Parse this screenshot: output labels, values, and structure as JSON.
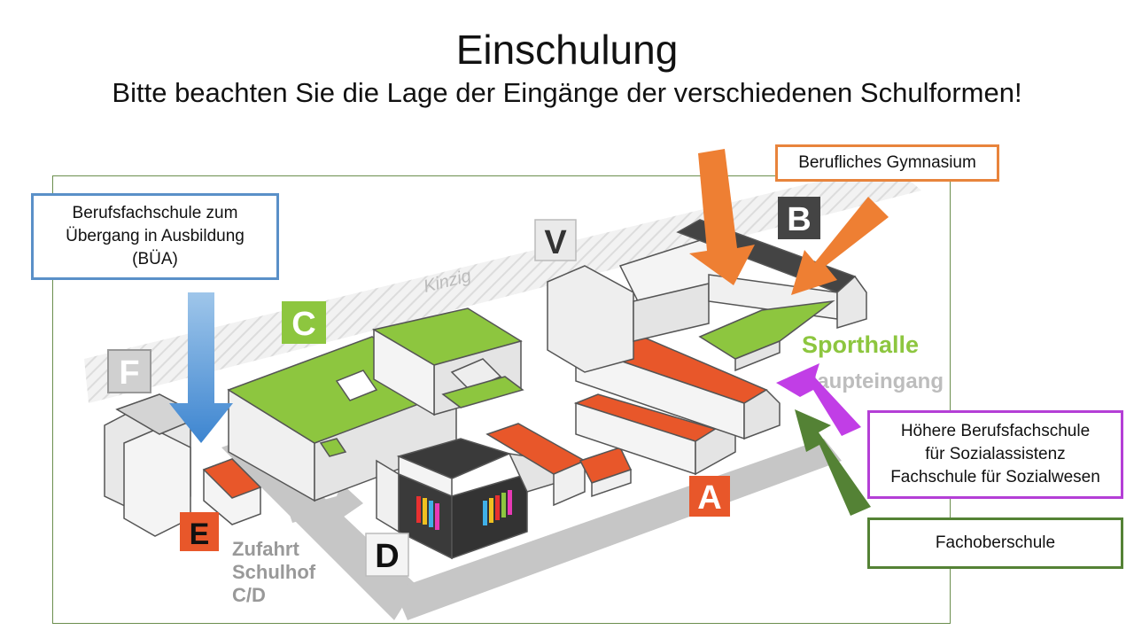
{
  "header": {
    "title": "Einschulung",
    "subtitle": "Bitte beachten Sie die Lage der Eingänge der verschiedenen Schulformen!"
  },
  "callouts": {
    "bua": {
      "text": "Berufsfachschule zum\nÜbergang in Ausbildung\n(BÜA)",
      "color": "#5a90c8"
    },
    "gymnasium": {
      "text": "Berufliches Gymnasium",
      "color": "#e8843c"
    },
    "hoehere_bfs": {
      "text": "Höhere Berufsfachschule\nfür Sozialassistenz\nFachschule für Sozialwesen",
      "color": "#b43fd6"
    },
    "fachoberschule": {
      "text": "Fachoberschule",
      "color": "#548235"
    }
  },
  "map": {
    "river_label": "Kinzig",
    "building_labels": {
      "A": "A",
      "B": "B",
      "C": "C",
      "D": "D",
      "E": "E",
      "F": "F",
      "V": "V"
    },
    "sporthalle": {
      "name": "Sporthalle",
      "entrance": "Haupteingang"
    },
    "access": {
      "line1": "Zufahrt",
      "line2": "Schulhof",
      "line3": "C/D"
    },
    "colors": {
      "building_a": "#e8572a",
      "building_b": "#444444",
      "building_c": "#8dc63f",
      "building_e": "#e8572a",
      "neutral_buildings": "#e6e6e6",
      "road": "#bfbfbf"
    }
  }
}
